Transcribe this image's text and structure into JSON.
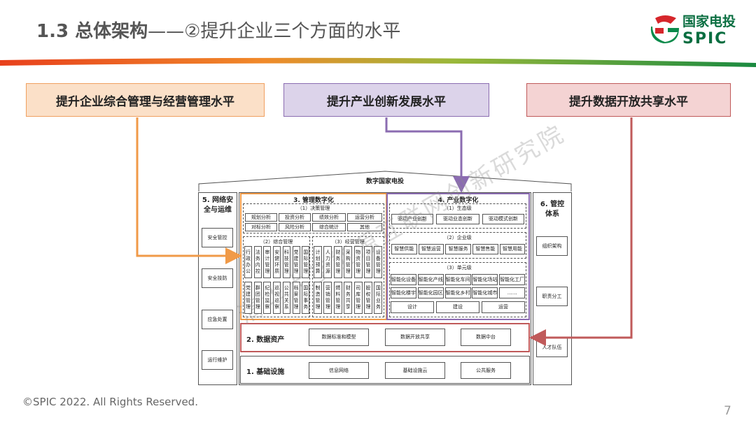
{
  "header": {
    "title_bold": "1.3 总体架构",
    "title_rest": "——②提升企业三个方面的水平",
    "logo_cn": "国家电投",
    "logo_en": "SPIC"
  },
  "top_boxes": [
    {
      "label": "提升企业综合管理与经营管理水平",
      "bg": "#fbe0c8",
      "border": "#f0a060",
      "line": "#f09a48"
    },
    {
      "label": "提升产业创新发展水平",
      "bg": "#dcd3ea",
      "border": "#8b6cb1",
      "line": "#8b6cb1"
    },
    {
      "label": "提升数据开放共享水平",
      "bg": "#f4d3d3",
      "border": "#c05a5a",
      "line": "#c05a5a"
    }
  ],
  "diagram": {
    "top_label": "数字国家电投",
    "left_col": {
      "title": "5. 网络安全与运维",
      "items": [
        "安全管控",
        "安全技防",
        "应急处置",
        "运行维护"
      ]
    },
    "right_col": {
      "title": "6. 管控体系",
      "items": [
        "组织架构",
        "职责分工",
        "人才队伍"
      ]
    },
    "mgmt": {
      "title": "3. 管理数字化",
      "decision": {
        "label": "（1）决策管理",
        "row1": [
          "规划分析",
          "投资分析",
          "绩效分析",
          "运营分析"
        ],
        "row2": [
          "对标分析",
          "风险分析",
          "综合统计",
          "其他"
        ]
      },
      "general": {
        "label": "（2）综合管理",
        "row1": [
          "行政办公",
          "法务内控",
          "审计管理",
          "安健环质",
          "科技管理",
          "党建管理",
          "国际管理"
        ],
        "row2": [
          "党建管理",
          "群团管理",
          "纪检监察",
          "巡视巡察",
          "公共关系",
          "档案管理",
          "国际事务"
        ]
      },
      "operation": {
        "label": "（3）经营管理",
        "row1": [
          "计划预算",
          "人力资源",
          "财务管理",
          "采购管理",
          "物资管理",
          "项目管理",
          "设备管理"
        ],
        "row2": [
          "制造管理",
          "营销管理",
          "燃料管理",
          "财务共享",
          "司库管理",
          "股权管理",
          "国际业务"
        ]
      }
    },
    "industry": {
      "title": "4. 产业数字化",
      "eco": {
        "label": "（1）生态级",
        "items": [
          "驱动产业创新",
          "驱动业态创新",
          "驱动模式创新"
        ]
      },
      "enterprise": {
        "label": "（2）企业级",
        "items": [
          "智慧供能",
          "智慧运营",
          "智慧服务",
          "智慧售能",
          "智慧用能"
        ]
      },
      "unit": {
        "label": "（3）单元级",
        "row1": [
          "智能化设备",
          "智能化产线",
          "智能化车间",
          "智能化场站",
          "智能化工厂"
        ],
        "row2": [
          "智能化楼宇",
          "智能化园区",
          "智能化乡村",
          "智能化城市",
          "……"
        ],
        "row3": [
          "设计",
          "建设",
          "运营"
        ]
      }
    },
    "data_assets": {
      "title": "2. 数据资产",
      "items": [
        "数据标准和模型",
        "数据开放共享",
        "数据中台"
      ]
    },
    "infra": {
      "title": "1. 基础设施",
      "items": [
        "信息网络",
        "基础设施云",
        "公共服务"
      ]
    }
  },
  "watermark": "清华大学能源互联网创新研究院",
  "footer": "©SPIC 2022. All Rights Reserved.",
  "page_number": "7"
}
